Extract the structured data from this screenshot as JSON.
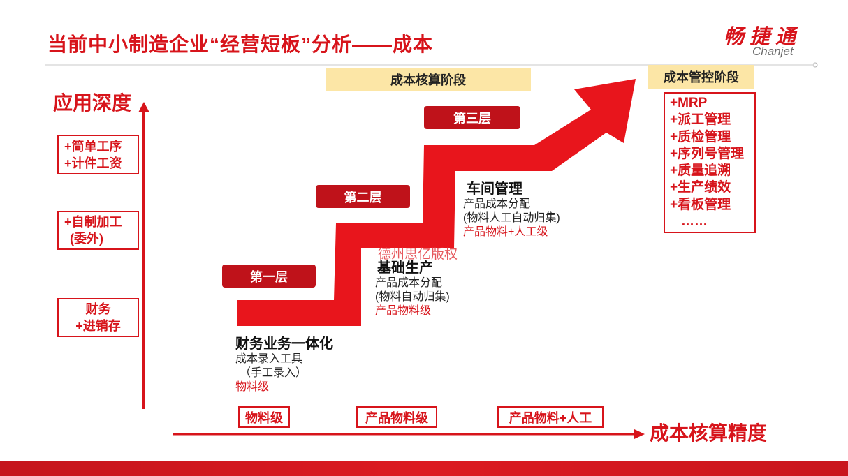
{
  "slide": {
    "title": "当前中小制造企业“经营短板”分析——成本",
    "watermark": "德州思亿版权"
  },
  "logo": {
    "cn": "畅捷通",
    "en": "Chanjet"
  },
  "axes": {
    "y_label": "应用深度",
    "x_label": "成本核算精度"
  },
  "stages": {
    "accounting": "成本核算阶段",
    "control": "成本管控阶段"
  },
  "control_items": [
    "+MRP",
    "+派工管理",
    "+质检管理",
    "+序列号管理",
    "+质量追溯",
    "+生产绩效",
    "+看板管理",
    "……"
  ],
  "depth_boxes": [
    [
      "+简单工序",
      "+计件工资"
    ],
    [
      "+自制加工",
      "(委外)"
    ],
    [
      "财务",
      "+进销存"
    ]
  ],
  "precision_boxes": [
    "物料级",
    "产品物料级",
    "产品物料+人工"
  ],
  "layers": [
    {
      "badge": "第一层",
      "title": "财务业务一体化",
      "lines": [
        "成本录入工具",
        "（手工录入）"
      ],
      "level": "物料级"
    },
    {
      "badge": "第二层",
      "title": "基础生产",
      "lines": [
        "产品成本分配",
        "(物料自动归集)"
      ],
      "level": "产品物料级"
    },
    {
      "badge": "第三层",
      "title": "车间管理",
      "lines": [
        "产品成本分配",
        "(物料人工自动归集)"
      ],
      "level": "产品物料+人工级"
    }
  ],
  "colors": {
    "brand": "#d7141b",
    "arrow": "#e8151c",
    "badge": "#bf121a",
    "stage": "#fce6a6",
    "divider": "#c9c9c9"
  }
}
